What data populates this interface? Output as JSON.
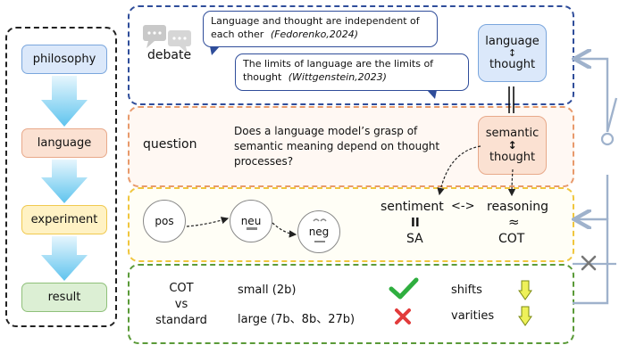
{
  "stages": {
    "philosophy": "philosophy",
    "language": "language",
    "experiment": "experiment",
    "result": "result"
  },
  "debate": {
    "label": "debate",
    "quote1": {
      "text": "Language and thought are independent of each other",
      "citation": "(Fedorenko,2024)"
    },
    "quote2": {
      "text": "The limits of language are the limits of thought",
      "citation": "(Wittgenstein,2023)"
    },
    "box": {
      "top": "language",
      "arrow": "↕",
      "bottom": "thought"
    }
  },
  "question": {
    "label": "question",
    "text": "Does a language model’s grasp of semantic meaning depend on thought processes?",
    "box": {
      "top": "semantic",
      "arrow": "↕",
      "bottom": "thought"
    }
  },
  "experiment": {
    "circles": [
      "pos",
      "neu",
      "neg"
    ],
    "sentiment": "sentiment",
    "link": "<->",
    "reasoning": "reasoning",
    "eq": "II",
    "approx": "≈",
    "sa": "SA",
    "cot": "COT"
  },
  "result": {
    "compare": [
      "COT",
      "vs",
      "standard"
    ],
    "small": "small (2b)",
    "large": "large (7b、8b、27b)",
    "shifts": "shifts",
    "varieties": "varities"
  },
  "colors": {
    "blue": "#2f4d9a",
    "orange": "#e89a6c",
    "yellow": "#f0c63e",
    "green": "#5a9a38",
    "check": "#2fae3f",
    "cross": "#e23b3b",
    "connector": "#9fb2cc"
  }
}
